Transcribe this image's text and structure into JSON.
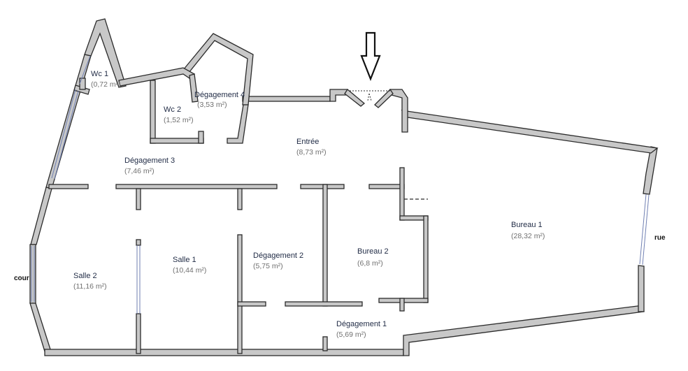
{
  "rooms": [
    {
      "name": "Wc 1",
      "area": "(0,72 m²)"
    },
    {
      "name": "Dégagement 4",
      "area": "(3,53 m²)"
    },
    {
      "name": "Wc 2",
      "area": "(1,52 m²)"
    },
    {
      "name": "Entrée",
      "area": "(8,73 m²)"
    },
    {
      "name": "Dégagement 3",
      "area": "(7,46 m²)"
    },
    {
      "name": "Bureau 1",
      "area": "(28,32 m²)"
    },
    {
      "name": "Salle 1",
      "area": "(10,44 m²)"
    },
    {
      "name": "Dégagement 2",
      "area": "(5,75 m²)"
    },
    {
      "name": "Bureau 2",
      "area": "(6,8 m²)"
    },
    {
      "name": "Salle 2",
      "area": "(11,16 m²)"
    },
    {
      "name": "Dégagement 1",
      "area": "(5,69 m²)"
    }
  ],
  "labels": {
    "left": "cour",
    "right": "rue"
  },
  "colors": {
    "wall_fill": "#c8c8c8",
    "wall_stroke": "#2b2b2b",
    "room_name": "#1f2a44",
    "room_area": "#707070"
  },
  "icons": {
    "entrance": "down-arrow-icon"
  }
}
